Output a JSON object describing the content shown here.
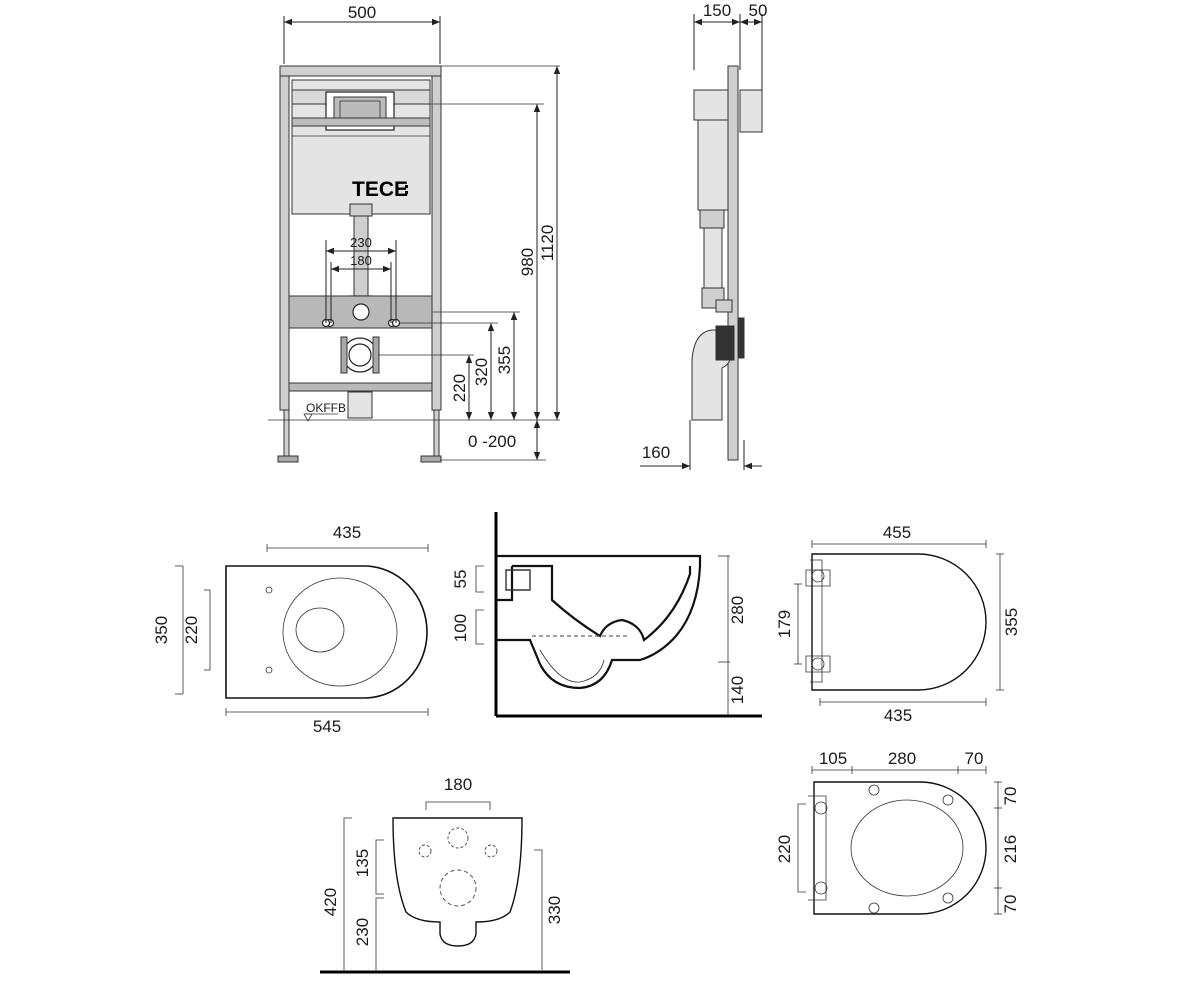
{
  "brand": {
    "logo_text": "TECE"
  },
  "frame_view": {
    "width": "500",
    "height_total": "1120",
    "height_to_top": "980",
    "h355": "355",
    "h320": "320",
    "h220": "220",
    "floor_range": "0 -200",
    "spacing_230": "230",
    "spacing_180": "180",
    "floor_label": "OKFFB"
  },
  "side_view": {
    "depth_150": "150",
    "depth_50": "50",
    "offset_160": "160"
  },
  "bowl_top": {
    "width_435": "435",
    "length_545": "545",
    "height_350": "350",
    "holes_220": "220"
  },
  "bowl_section": {
    "h55": "55",
    "h100": "100",
    "h280": "280",
    "h140": "140"
  },
  "seat_top": {
    "w455": "455",
    "w435": "435",
    "h179": "179",
    "h355": "355"
  },
  "bowl_back": {
    "w180": "180",
    "h135": "135",
    "h420": "420",
    "h230": "230",
    "h330": "330"
  },
  "seat_bottom": {
    "w105": "105",
    "w280": "280",
    "w70": "70",
    "h220": "220",
    "r70a": "70",
    "r216": "216",
    "r70b": "70"
  }
}
